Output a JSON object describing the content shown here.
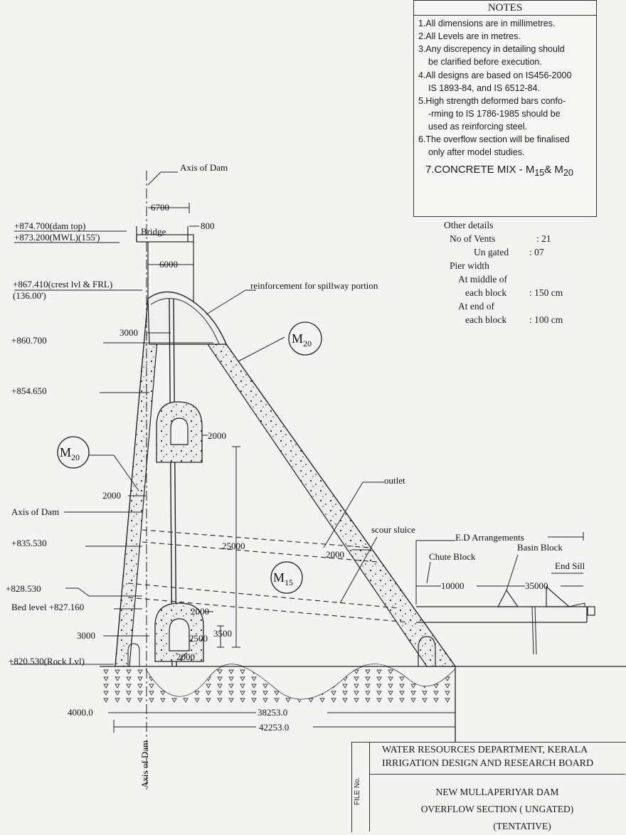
{
  "notes": {
    "title": "NOTES",
    "lines": [
      {
        "text": "1.All dimensions are in millimetres.",
        "indent": false
      },
      {
        "text": "2.All Levels are in metres.",
        "indent": false
      },
      {
        "text": "3.Any discrepency in detailing should",
        "indent": false
      },
      {
        "text": "be clarified before execution.",
        "indent": true
      },
      {
        "text": "4.All designs are based on IS456-2000",
        "indent": false
      },
      {
        "text": "IS 1893-84, and IS 6512-84.",
        "indent": true
      },
      {
        "text": "5.High strength deformed bars confo-",
        "indent": false
      },
      {
        "text": "-rming to IS 1786-1985 should be",
        "indent": true
      },
      {
        "text": "used as reinforcing steel.",
        "indent": true
      },
      {
        "text": "6.The overflow section will be finalised",
        "indent": false
      },
      {
        "text": "only after model studies.",
        "indent": true
      }
    ],
    "concrete_mix": {
      "prefix": "7.CONCRETE MIX  - M",
      "sub1": "15",
      "mid": "& M",
      "sub2": "20"
    }
  },
  "other_details": {
    "title": "Other details",
    "vents_label": "No of Vents",
    "vents_value": ": 21",
    "ungated_label": "Un gated",
    "ungated_value": ": 07",
    "pier_label": "Pier width",
    "middle_label_1": "At middle of",
    "middle_label_2": "each block",
    "middle_value": ": 150 cm",
    "end_label_1": "At end of",
    "end_label_2": "each block",
    "end_value": ": 100 cm"
  },
  "levels": {
    "dam_top": "+874.700(dam top)",
    "mwl": "+873.200(MWL)(155')",
    "crest": "+867.410(crest lvl & FRL)",
    "crest_ft": "(136.00')",
    "l860": "+860.700",
    "l854": "+854.650",
    "l835": "+835.530",
    "l828": "+828.530",
    "bed": "Bed level +827.160",
    "rock": "+820.530(Rock Lvl)"
  },
  "labels": {
    "axis_of_dam": "Axis of Dam",
    "bridge": "Bridge",
    "reinforcement": "reinforcement for spillway portion",
    "outlet": "outlet",
    "scour_sluice": "scour sluice",
    "ed_arrangements": "E.D Arrangements",
    "chute_block": "Chute Block",
    "basin_block": "Basin Block",
    "end_sill": "End Sill",
    "m_prefix": "M",
    "m20": "20",
    "m15": "15"
  },
  "dims": {
    "d6700": "6700",
    "d800": "800",
    "d6000": "6000",
    "d3000": "3000",
    "d2000": "2000",
    "d25000": "25000",
    "d10000": "10000",
    "d35000": "35000",
    "d2500": "2500",
    "d3500": "3500",
    "d4000": "4000.0",
    "d38253": "38253.0",
    "d42253": "42253.0"
  },
  "title_block": {
    "file_no": "FILE No.",
    "dept": "WATER RESOURCES  DEPARTMENT, KERALA",
    "board": "IRRIGATION DESIGN AND RESEARCH BOARD",
    "project": "NEW MULLAPERIYAR DAM",
    "section": "OVERFLOW SECTION ( UNGATED)",
    "status": "(TENTATIVE)"
  }
}
